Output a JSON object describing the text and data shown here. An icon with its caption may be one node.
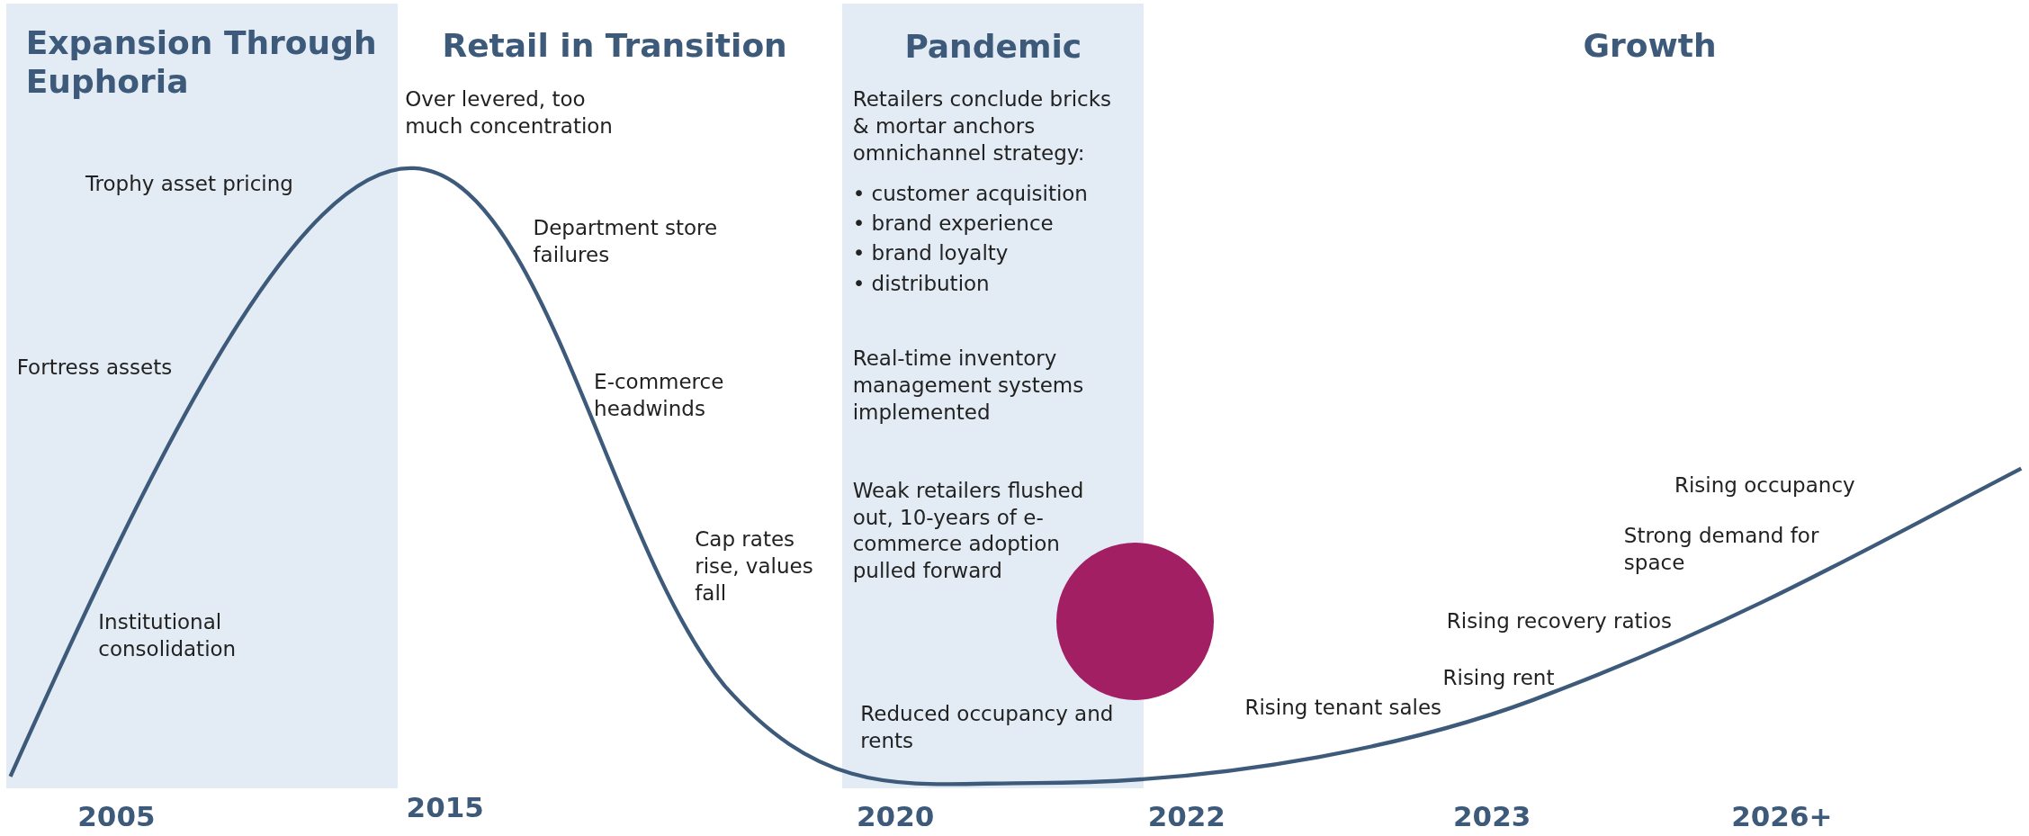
{
  "diagram": {
    "nodes": [
      {
        "text": [
          "Expansion Through Euphoria"
        ]
      },
      {
        "text": [
          "Pandemic"
        ]
      },
      {
        "text": [],
        "shape": "circle"
      }
    ],
    "edges": [],
    "labels": [
      "Retail in Transition",
      "Growth",
      "Over levered, too much concentration",
      "Retailers conclude bricks & mortar anchors omnichannel strategy:",
      "• customer acquisition",
      "• brand experience",
      "• brand loyalty",
      "• distribution",
      "Trophy asset pricing",
      "Department store failures",
      "Fortress assets",
      "E-commerce headwinds",
      "Real-time inventory management systems implemented",
      "Rising occupancy",
      "Strong demand for space",
      "Weak retailers flushed out, 10-years of e-commerce adoption pulled forward",
      "Cap rates rise, values fall",
      "Institutional consolidation",
      "Rising recovery ratios",
      "Rising rent",
      "Reduced occupancy and rents",
      "Rising tenant sales",
      "2005",
      "2015",
      "2020",
      "2022",
      "2023",
      "2026+"
    ]
  }
}
